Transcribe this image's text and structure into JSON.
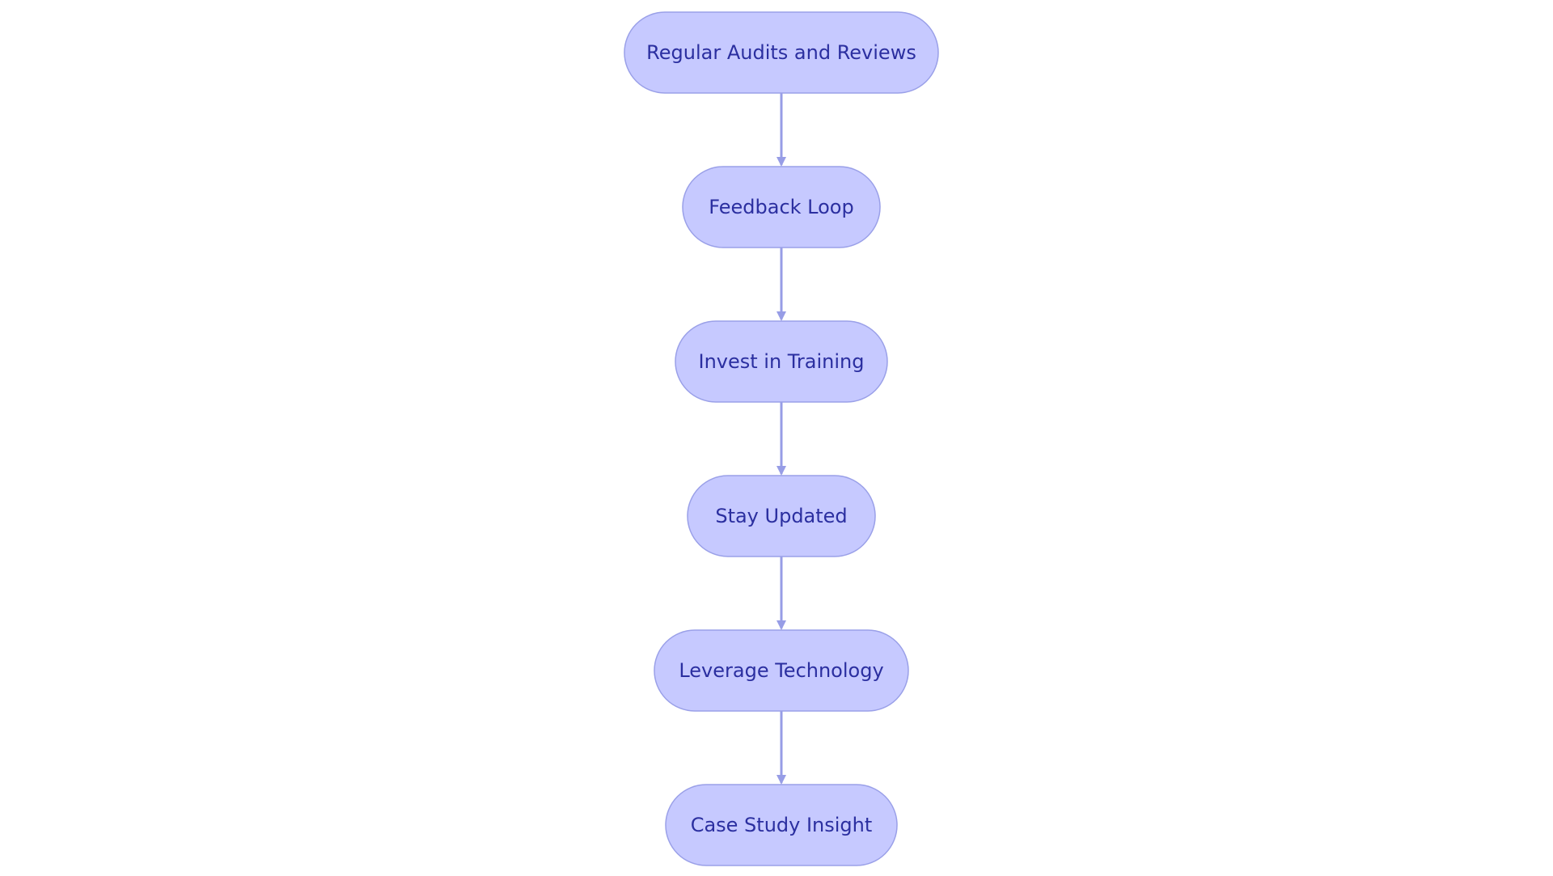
{
  "colors": {
    "node_fill": "#c6c9ff",
    "node_stroke": "#9aa0e8",
    "node_text": "#2b2fa0",
    "edge": "#979de6",
    "background": "#ffffff"
  },
  "nodes": [
    {
      "id": "regular-audits",
      "label": "Regular Audits and Reviews"
    },
    {
      "id": "feedback-loop",
      "label": "Feedback Loop"
    },
    {
      "id": "invest-training",
      "label": "Invest in Training"
    },
    {
      "id": "stay-updated",
      "label": "Stay Updated"
    },
    {
      "id": "leverage-technology",
      "label": "Leverage Technology"
    },
    {
      "id": "case-study-insight",
      "label": "Case Study Insight"
    }
  ],
  "edges": [
    {
      "from": "regular-audits",
      "to": "feedback-loop"
    },
    {
      "from": "feedback-loop",
      "to": "invest-training"
    },
    {
      "from": "invest-training",
      "to": "stay-updated"
    },
    {
      "from": "stay-updated",
      "to": "leverage-technology"
    },
    {
      "from": "leverage-technology",
      "to": "case-study-insight"
    }
  ]
}
